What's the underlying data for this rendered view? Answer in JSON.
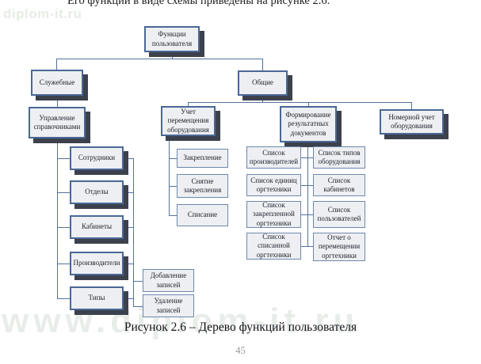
{
  "page": {
    "top_line": "Его функции в виде схемы приведены на рисунке 2.6.",
    "caption": "Рисунок 2.6  – Дерево функций пользователя",
    "page_number": "45"
  },
  "watermarks": {
    "top_left": "diplom-it.ru",
    "bottom": "www.diplom-it.ru"
  },
  "colors": {
    "box_fill": "#edeff2",
    "branch_border": "#4a6896",
    "leaf_border": "#6e87aa",
    "shadow": "#3c414d",
    "connector": "#55719c"
  },
  "diagram": {
    "title": "Дерево функций пользователя",
    "nodes": [
      {
        "id": "user-functions",
        "label": "Функции пользователя"
      },
      {
        "id": "service-functions",
        "label": "Служебные"
      },
      {
        "id": "general-functions",
        "label": "Общие"
      },
      {
        "id": "directory-management",
        "label": "Управление справочниками"
      },
      {
        "id": "employees",
        "label": "Сотрудники"
      },
      {
        "id": "departments",
        "label": "Отделы"
      },
      {
        "id": "rooms",
        "label": "Кабинеты"
      },
      {
        "id": "manufacturers",
        "label": "Производители"
      },
      {
        "id": "types",
        "label": "Типы"
      },
      {
        "id": "add-records",
        "label": "Добавление записей"
      },
      {
        "id": "delete-records",
        "label": "Удаление записей"
      },
      {
        "id": "equipment-movement-accounting",
        "label": "Учет перемещения оборудования"
      },
      {
        "id": "result-documents-generation",
        "label": "Формирование результатных документов"
      },
      {
        "id": "serial-equipment-accounting",
        "label": "Номерной учет оборудования"
      },
      {
        "id": "assignment",
        "label": "Закрепление"
      },
      {
        "id": "assignment-removal",
        "label": "Снятие закрепления"
      },
      {
        "id": "writeoff",
        "label": "Списание"
      },
      {
        "id": "manufacturers-list",
        "label": "Список производителей"
      },
      {
        "id": "equipment-units-list",
        "label": "Список единиц оргтехники"
      },
      {
        "id": "assigned-equipment-list",
        "label": "Список закрепленной оргтехники"
      },
      {
        "id": "writtenoff-equipment-list",
        "label": "Список списанной оргтехники"
      },
      {
        "id": "equipment-types-list",
        "label": "Список типов оборудования"
      },
      {
        "id": "rooms-list",
        "label": "Список кабинетов"
      },
      {
        "id": "users-list",
        "label": "Список пользователей"
      },
      {
        "id": "movement-report",
        "label": "Отчет о перемещении оргтехники"
      }
    ]
  }
}
